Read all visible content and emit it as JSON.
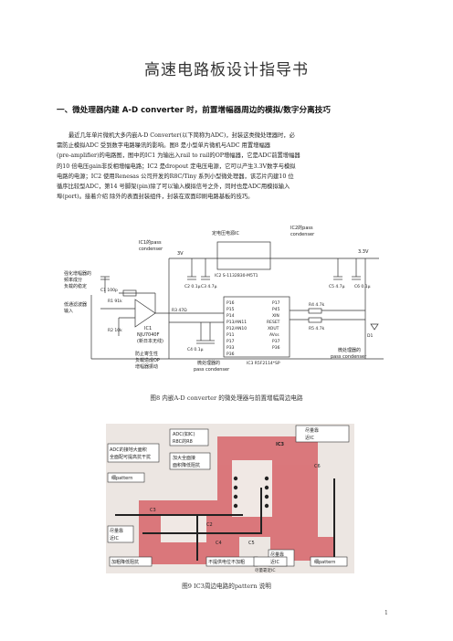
{
  "document": {
    "title": "高速电路板设计指导书",
    "section_heading": "一、微处理器内建 A-D converter 时，前置增幅器周边的模拟/数字分离技巧",
    "body_lines": [
      "最近几年单片微机大多内嵌A-D Converter(以下简称为ADC)，封装这类微处理器时，必",
      "需防止模拟ADC 受到数字电路噪讯的影响。图8 是小型单片微机与ADC 用置增幅器",
      "(pre-amplifier)的电路图，图中的IC1 为输出入rail to rail的OP增幅器，它是ADC前置增幅器",
      "的10 倍电压gain非反相增幅电路；IC2 是dropout 定电压电源，它可以产生3.3V数字与模拟",
      "电路的电源；IC2 使用Renesas 公司开发的R8C/Tiny 系列小型微处理器，该芯片内建10 位",
      "循序比较型ADC，第14 号脚架(pin)除了可以输入模拟信号之外，同时也是ADC用模拟输入",
      "埠(port)。接着介绍 除外的表面封装组件，封装在双面印刷电路基板的技巧。"
    ],
    "figure8": {
      "caption": "图8 内嵌A-D converter 的微处理器与前置增幅周边电路",
      "labels": {
        "ic1_pass_condenser": "IC1的pass condenser",
        "ic1_pass_condenser_line1": "IC1的pass",
        "ic1_pass_condenser_line2": "condenser",
        "regulator": "定电压电源IC",
        "ic2_pass": "IC2的pass",
        "ic2_condenser": "condenser",
        "v33": "3.3V",
        "v3": "3V",
        "ic2_part": "IC2 S-1132B30-M5T1",
        "amp_note_1": "强化增幅器的",
        "amp_note_2": "频率成分",
        "amp_note_3": "负载的稳定",
        "input_note_1": "低通滤波器",
        "input_note_2": "输入",
        "opamp": "IC1",
        "opamp_part": "NJU7040F",
        "opamp_vendor": "(新日本无线)",
        "guard_note_1": "防止寄生性",
        "guard_note_2": "负载造成OP",
        "guard_note_3": "增幅器振动",
        "mcu_pass_1": "微处理器的",
        "mcu_pass_2": "pass condenser",
        "mcu_label": "IC3 R5F2114*SP",
        "right_pass_1": "微处理器的",
        "right_pass_2": "pass condenser",
        "c1": "C1 100p",
        "r1": "R1 91k",
        "r2": "R2 10k",
        "r3": "R3 47Ω",
        "c2": "C2 0.1μ",
        "c3": "C3 4.7μ",
        "c4": "C4 0.1μ",
        "c5": "C5 4.7μ",
        "c6": "C6 0.1μ",
        "r4": "R4 4.7k",
        "r5": "R5 4.7k",
        "d1": "D1",
        "pins_left": [
          "P16",
          "P15",
          "P14",
          "P13/AN11",
          "P12/AN10",
          "P11",
          "P17",
          "P33",
          "P36"
        ],
        "pins_right": [
          "P17",
          "P45",
          "XIN",
          "RESET",
          "XOUT",
          "AVss",
          "P37",
          "P36"
        ]
      }
    },
    "figure9": {
      "caption": "图9 IC3周边电路的pattern 说明",
      "labels": {
        "left_note_1": "ADC的接地大面积",
        "left_note_2": "全面配可提高抗干扰",
        "adc_chip_1": "ADC(如IC)",
        "adc_chip_2": "R8C的R8",
        "mid_note_1": "加大全面接",
        "mid_note_2": "面积降低阻抗",
        "top_right_1": "尽量靠",
        "top_right_2": "近IC",
        "pattern_note": "细pattern",
        "left_close_1": "尽量靠",
        "left_close_2": "近IC",
        "bottom_left": "加粗降低阻抗",
        "bottom_mid": "不提供电位不加粗",
        "bottom_right_1": "尽量靠",
        "bottom_right_2": "近IC",
        "bottom_right_3": "尽量靠近IC",
        "thin_pattern": "细pattern",
        "ic3": "IC3",
        "c6": "C6",
        "c2": "C2",
        "c4": "C4",
        "c5": "C5",
        "c3": "C3"
      }
    },
    "page_number": "1"
  }
}
